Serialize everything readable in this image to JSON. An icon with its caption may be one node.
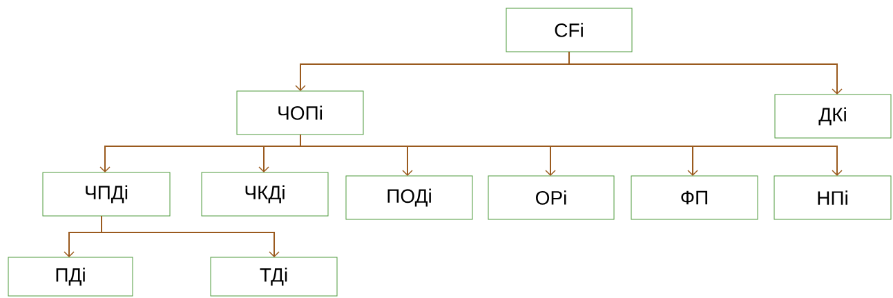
{
  "diagram": {
    "nodes": [
      {
        "text": [
          "CFi"
        ]
      },
      {
        "text": [
          "ЧОПі"
        ]
      },
      {
        "text": [
          "ДКі"
        ]
      },
      {
        "text": [
          "ЧПДі"
        ]
      },
      {
        "text": [
          "ЧКДі"
        ]
      },
      {
        "text": [
          "ПОДі"
        ]
      },
      {
        "text": [
          "ОРі"
        ]
      },
      {
        "text": [
          "ФП"
        ]
      },
      {
        "text": [
          "НПі"
        ]
      },
      {
        "text": [
          "ПДі"
        ]
      },
      {
        "text": [
          "ТДі"
        ]
      }
    ],
    "edges": [
      {
        "from": 0,
        "to": 1,
        "arrow": "to"
      },
      {
        "from": 0,
        "to": 2,
        "arrow": "to"
      },
      {
        "from": 1,
        "to": 3,
        "arrow": "to"
      },
      {
        "from": 1,
        "to": 4,
        "arrow": "to"
      },
      {
        "from": 1,
        "to": 5,
        "arrow": "to"
      },
      {
        "from": 1,
        "to": 6,
        "arrow": "to"
      },
      {
        "from": 1,
        "to": 7,
        "arrow": "to"
      },
      {
        "from": 1,
        "to": 8,
        "arrow": "to"
      },
      {
        "from": 3,
        "to": 9,
        "arrow": "to"
      },
      {
        "from": 3,
        "to": 10,
        "arrow": "to"
      }
    ]
  }
}
